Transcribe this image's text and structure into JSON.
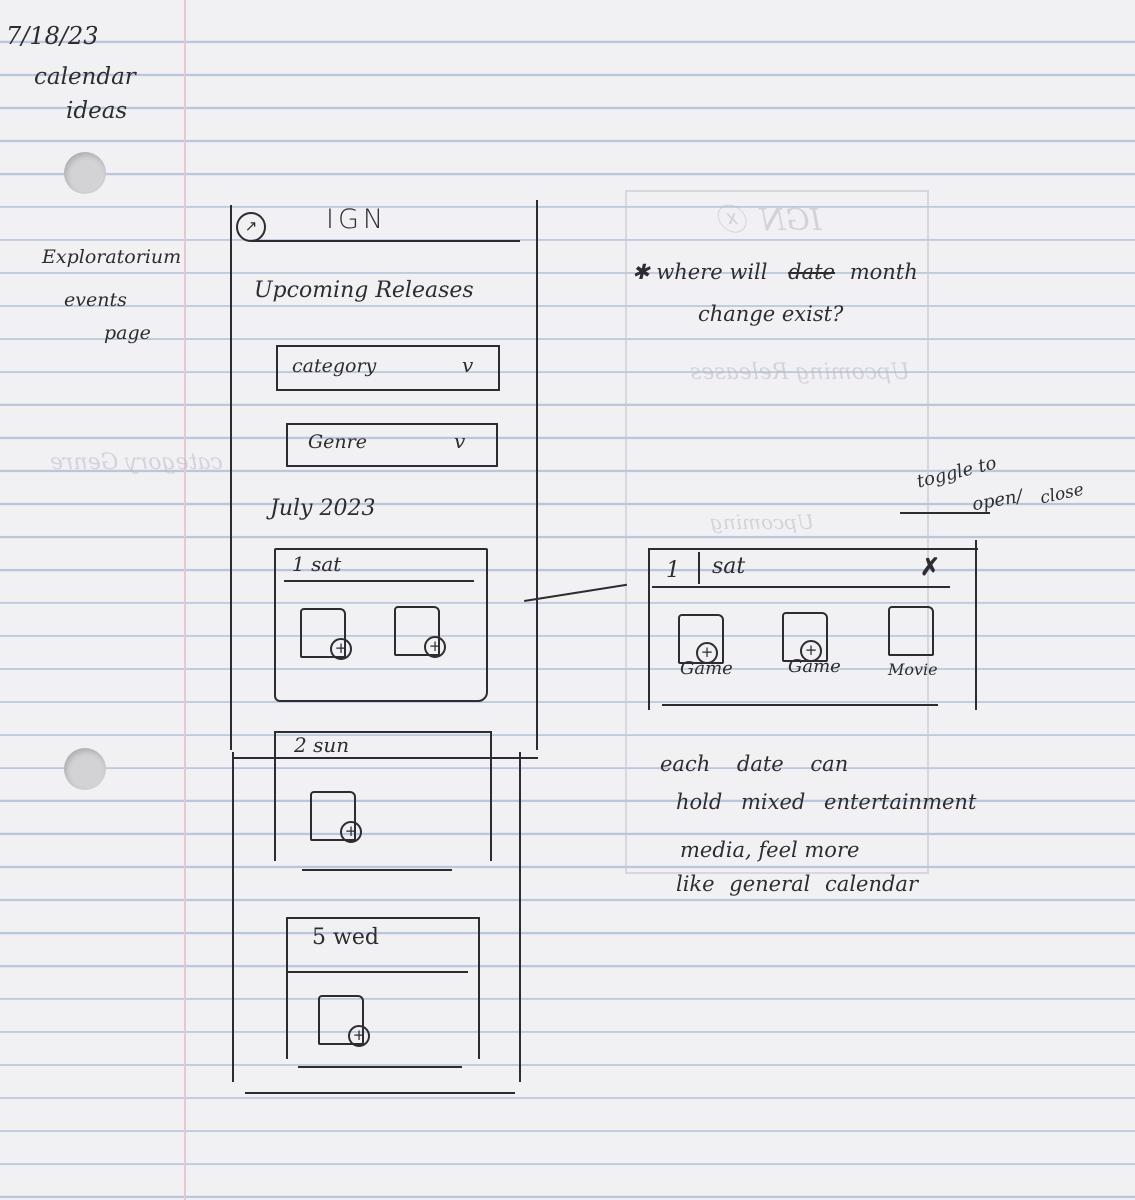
{
  "notes": {
    "date": "7/18/23",
    "heading_line1": "calendar",
    "heading_line2": "ideas",
    "ref_line1": "Exploratorium",
    "ref_line2": "events",
    "ref_line3": "page",
    "question_strike": "date",
    "question_line1_a": "✱ where will",
    "question_line1_b": "month",
    "question_line2": "change exist?",
    "toggle_line1": "toggle to",
    "toggle_line2": "open/",
    "toggle_line3": "close",
    "mixed_line1": "each date can",
    "mixed_line2": "hold mixed entertainment",
    "mixed_line3": "media, feel more",
    "mixed_line4": "like general calendar"
  },
  "phone": {
    "back_icon": "arrow-circle-icon",
    "brand": "IGN",
    "section_title": "Upcoming Releases",
    "filters": [
      {
        "label": "category",
        "chevron": "v"
      },
      {
        "label": "Genre",
        "chevron": "v"
      }
    ],
    "month_label": "July 2023",
    "days": [
      {
        "label": "1 sat"
      },
      {
        "label": "2 sun"
      },
      {
        "label": "5 wed"
      }
    ]
  },
  "expanded_card": {
    "day_num": "1",
    "day_name": "sat",
    "close_icon": "x-icon",
    "items": [
      {
        "label": "Game",
        "icon": "plus-circle-icon"
      },
      {
        "label": "Game",
        "icon": "plus-circle-icon"
      },
      {
        "label": "Movie",
        "icon": "blank-thumb"
      }
    ]
  }
}
